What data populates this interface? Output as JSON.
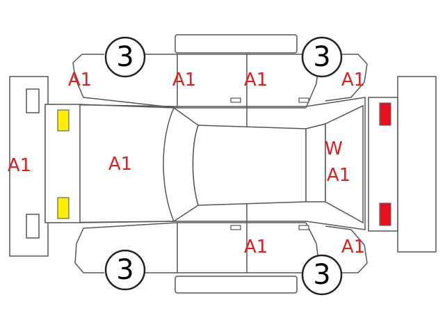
{
  "tires": {
    "front_left": "3",
    "rear_left": "3",
    "front_right": "3",
    "rear_right": "3"
  },
  "marks": {
    "front_bumper": "A1",
    "hood": "A1",
    "fender_front_left": "A1",
    "door_front_left": "A1",
    "door_rear_left": "A1",
    "quarter_rear_left": "A1",
    "door_rear_right": "A1",
    "quarter_rear_right": "A1",
    "rear_window_w": "W",
    "rear_window_a": "A1"
  },
  "colors": {
    "front_lamp": "#ffee00",
    "rear_lamp": "#e8101c",
    "mark_text": "#e0201c",
    "outline": "#555555"
  }
}
